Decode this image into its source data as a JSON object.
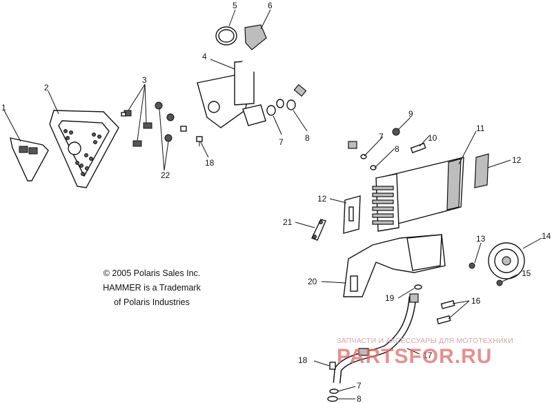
{
  "labels": {
    "l1": "1",
    "l2": "2",
    "l3": "3",
    "l4": "4",
    "l5": "5",
    "l6": "6",
    "l7a": "7",
    "l7b": "7",
    "l7c": "7",
    "l8a": "8",
    "l8b": "8",
    "l8c": "8",
    "l9": "9",
    "l10": "10",
    "l11": "11",
    "l12a": "12",
    "l12b": "12",
    "l13": "13",
    "l14": "14",
    "l15": "15",
    "l16": "16",
    "l17": "17",
    "l18a": "18",
    "l18b": "18",
    "l19": "19",
    "l20": "20",
    "l21": "21",
    "l22": "22"
  },
  "copyright": {
    "line1": "© 2005 Polaris Sales Inc.",
    "line2": "HAMMER is a Trademark",
    "line3": "of Polaris Industries"
  },
  "watermark": {
    "tagline": "ЗАПЧАСТИ И АКСЕССУАРЫ ДЛЯ МОТОТЕХНИКИ",
    "logo": "PARTSFOR.RU"
  }
}
